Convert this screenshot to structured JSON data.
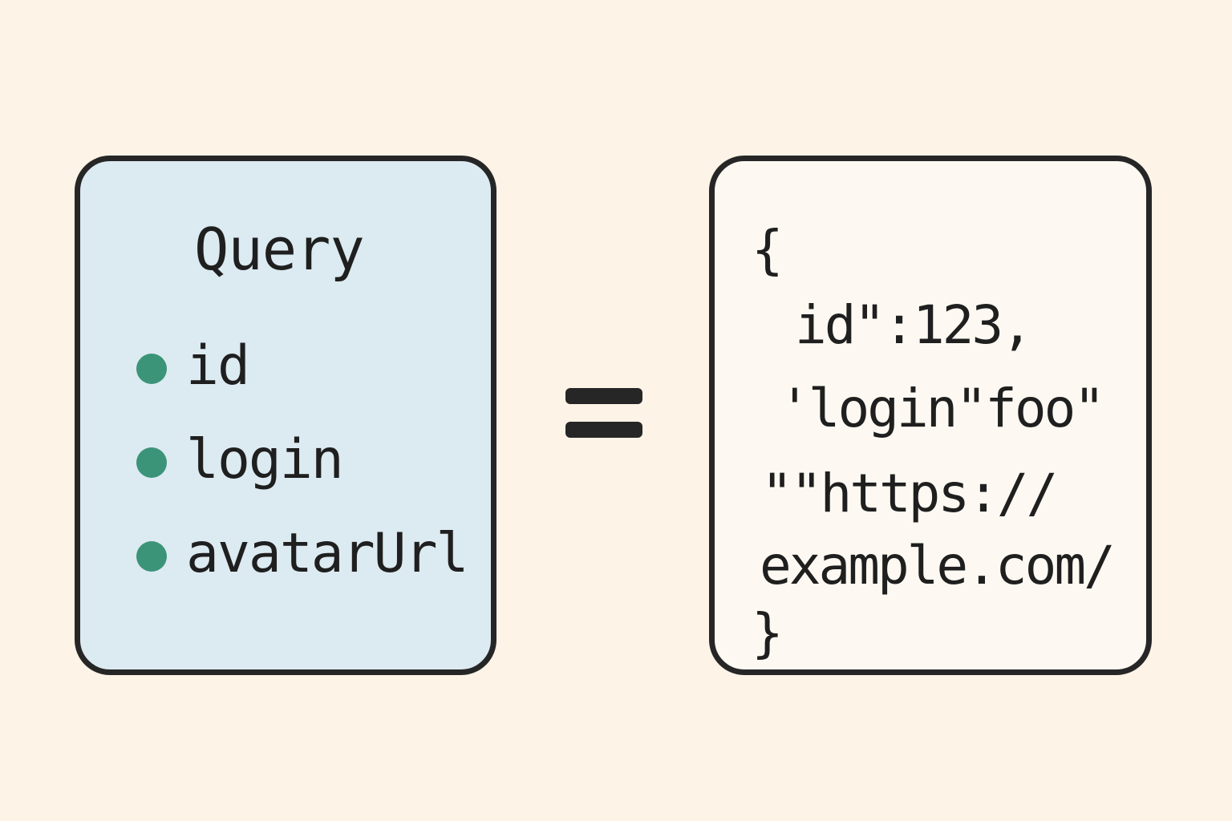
{
  "query": {
    "title": "Query",
    "fields": [
      "id",
      "login",
      "avatarUrl"
    ]
  },
  "equals_sign": "=",
  "response": {
    "lines": [
      "{",
      "id\":123,",
      "'login\"foo\"",
      "\"\"https://",
      "example.com/",
      "}"
    ]
  },
  "colors": {
    "background": "#fdf3e7",
    "query_fill": "#dceaf1",
    "response_fill": "#fdf9f2",
    "bullet": "#3c9478",
    "outline": "#262626"
  }
}
